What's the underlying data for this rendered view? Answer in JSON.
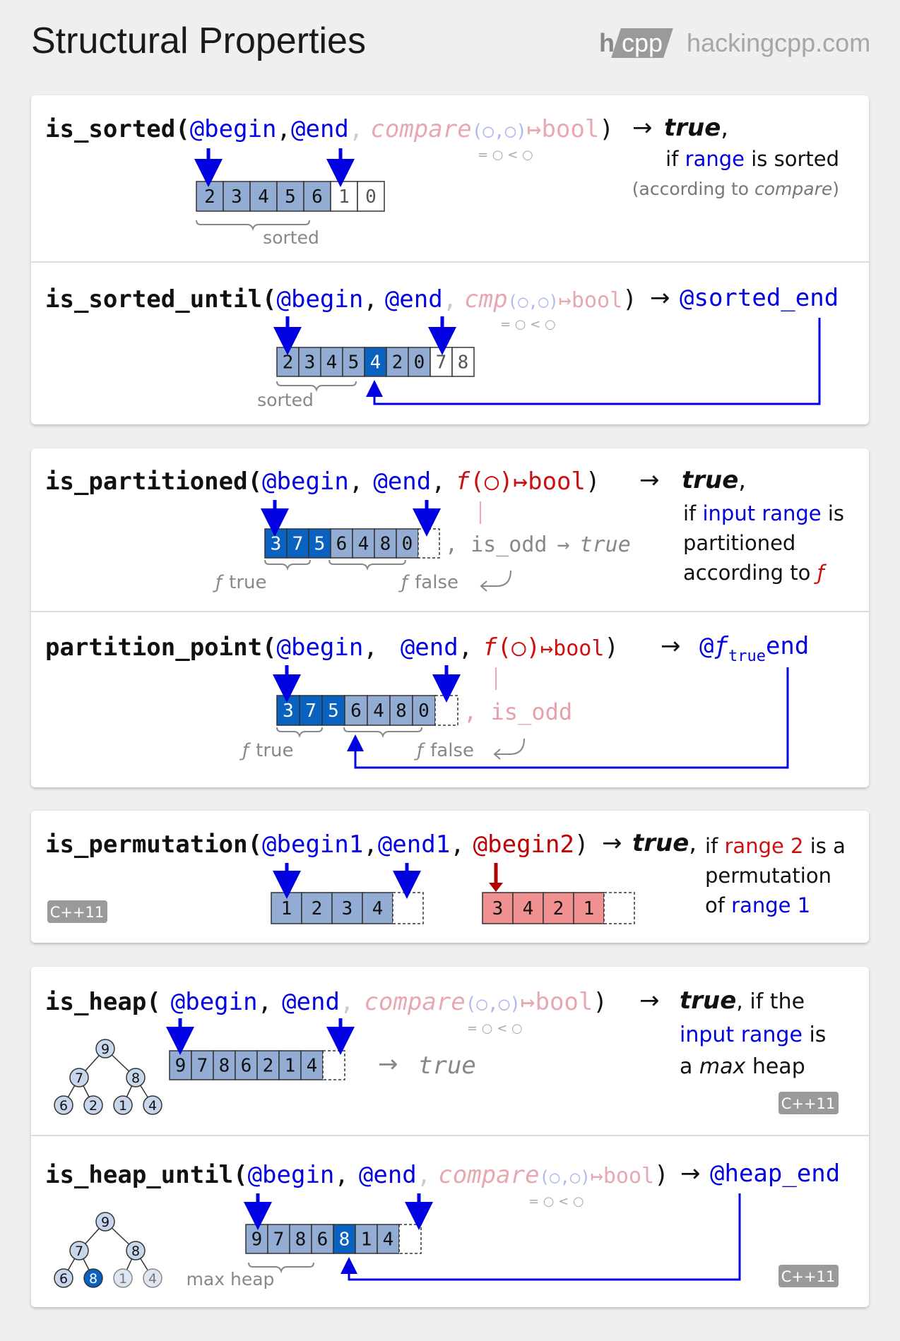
{
  "header": {
    "title": "Structural Properties",
    "brand_h": "h",
    "brand_cpp": "cpp",
    "brand_site": "hackingcpp.com"
  },
  "colors": {
    "blue": "#0000e0",
    "pink": "#e8a8b0",
    "red": "#cc1010",
    "cell": "#92acd4",
    "cellDark": "#0a62c0",
    "cellRed": "#f09090",
    "gray": "#888888"
  },
  "sections": {
    "is_sorted": {
      "fn": "is_sorted(",
      "b": "@begin",
      "comma1": ",",
      "e": "@end",
      "comma2": ",",
      "cmp": "compare",
      "cmp_args": "(○,○)",
      "cmp_ret": "↦bool",
      "close": ")",
      "arrow": "→",
      "ret": "true",
      "retc": ",",
      "cmp_hint": "= ○ < ○",
      "note1a": "if ",
      "note1b": "range",
      "note1c": " is sorted",
      "note2a": "(according to ",
      "note2b": "compare",
      "note2c": ")",
      "cells": [
        "2",
        "3",
        "4",
        "5",
        "6",
        "1",
        "0"
      ],
      "brace": "sorted"
    },
    "is_sorted_until": {
      "fn": "is_sorted_until(",
      "b": "@begin",
      "comma1": ",",
      "e": "@end",
      "comma2": ",",
      "cmp": "cmp",
      "cmp_args": "(○,○)",
      "cmp_ret": "↦bool",
      "close": ")",
      "arrow": "→",
      "ret": "@sorted_end",
      "cmp_hint": "= ○ < ○",
      "cells": [
        "2",
        "3",
        "4",
        "5",
        "4",
        "2",
        "0",
        "7",
        "8"
      ],
      "brace": "sorted"
    },
    "is_partitioned": {
      "fn": "is_partitioned(",
      "b": "@begin",
      "comma1": ",",
      "e": "@end",
      "comma2": ",",
      "f": "f",
      "fargs": "(○)",
      "fret": "↦bool",
      "close": ")",
      "arrow": "→",
      "ret": "true",
      "retc": ",",
      "cells": [
        "3",
        "7",
        "5",
        "6",
        "4",
        "8",
        "0"
      ],
      "pred": ", is_odd",
      "pred_arrow": "→",
      "pred_ret": "true",
      "ftrue_f": "ƒ",
      "ftrue": "true",
      "ffalse_f": "ƒ",
      "ffalse": "false",
      "note1a": "if ",
      "note1b": "input range",
      "note1c": " is",
      "note2": "partitioned",
      "note3a": "according to ",
      "note3b": "ƒ"
    },
    "partition_point": {
      "fn": "partition_point(",
      "b": "@begin",
      "comma1": ",",
      "e": "@end",
      "comma2": ",",
      "f": "f",
      "fargs": "(○)",
      "fret": "↦bool",
      "close": ")",
      "arrow": "→",
      "ret_at": "@",
      "ret_f": "ƒ",
      "ret_sub": "true",
      "ret_end": "end",
      "cells": [
        "3",
        "7",
        "5",
        "6",
        "4",
        "8",
        "0"
      ],
      "pred": ", is_odd",
      "ftrue_f": "ƒ",
      "ftrue": "true",
      "ffalse_f": "ƒ",
      "ffalse": "false"
    },
    "is_permutation": {
      "fn": "is_permutation(",
      "b1": "@begin1",
      "comma1": ",",
      "e1": "@end1",
      "comma2": ",",
      "b2": "@begin2",
      "close": ")",
      "arrow": "→",
      "ret": "true",
      "retc": ",",
      "note1a": "if ",
      "note1b": "range 2",
      "note1c": " is a",
      "note2": "permutation",
      "note3a": "of ",
      "note3b": "range 1",
      "cells1": [
        "1",
        "2",
        "3",
        "4"
      ],
      "cells2": [
        "3",
        "4",
        "2",
        "1"
      ],
      "badge": "C++11"
    },
    "is_heap": {
      "fn": "is_heap(",
      "b": "@begin",
      "comma1": ",",
      "e": "@end",
      "comma2": ",",
      "cmp": "compare",
      "cmp_args": "(○,○)",
      "cmp_ret": "↦bool",
      "close": ")",
      "arrow": "→",
      "ret": "true",
      "retc": ", if the",
      "cmp_hint": "= ○ < ○",
      "note2": "input range",
      "note2b": " is",
      "note3a": "a ",
      "note3b": "max",
      "note3c": " heap",
      "cells": [
        "9",
        "7",
        "8",
        "6",
        "2",
        "1",
        "4"
      ],
      "result_arrow": "→",
      "result": "true",
      "tree": [
        "9",
        "7",
        "8",
        "6",
        "2",
        "1",
        "4"
      ],
      "badge": "C++11"
    },
    "is_heap_until": {
      "fn": "is_heap_until(",
      "b": "@begin",
      "comma1": ",",
      "e": "@end",
      "comma2": ",",
      "cmp": "compare",
      "cmp_args": "(○,○)",
      "cmp_ret": "↦bool",
      "close": ")",
      "arrow": "→",
      "ret": "@heap_end",
      "cmp_hint": "= ○ < ○",
      "cells": [
        "9",
        "7",
        "8",
        "6",
        "8",
        "1",
        "4"
      ],
      "tree": [
        "9",
        "7",
        "8",
        "6",
        "8",
        "1",
        "4"
      ],
      "brace": "max heap",
      "badge": "C++11"
    }
  }
}
